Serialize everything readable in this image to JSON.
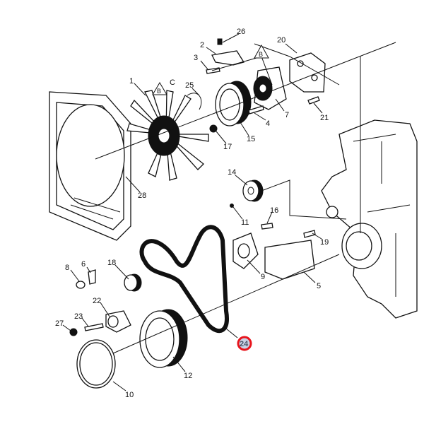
{
  "diagram": {
    "title_hidden": null,
    "callouts": [
      "26",
      "2",
      "20",
      "3",
      "B",
      "B",
      "C",
      "1",
      "25",
      "7",
      "4",
      "15",
      "21",
      "17",
      "14",
      "28",
      "16",
      "11",
      "19",
      "6",
      "18",
      "9",
      "5",
      "8",
      "22",
      "23",
      "27",
      "24",
      "12",
      "10"
    ],
    "highlighted_callout": "24",
    "colors": {
      "highlight_ring": "#e8141c",
      "highlight_fill": "#c9d3e6",
      "highlight_text": "#4a5568",
      "line": "#111111"
    }
  }
}
